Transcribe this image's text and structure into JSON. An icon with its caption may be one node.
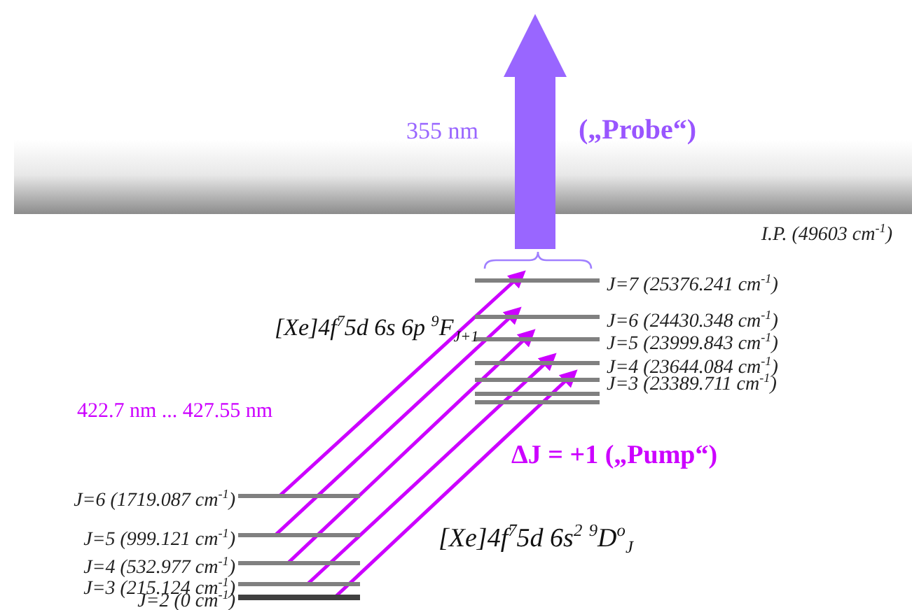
{
  "diagram": {
    "nodes": [
      {
        "text": [
          "I.P. (49603 cm$^{-1}$)"
        ]
      },
      {
        "text": [],
        "shape": "bar",
        "beside": [
          "J=7 (25376.241 cm$^{-1}$)"
        ]
      },
      {
        "text": [],
        "shape": "bar",
        "beside": [
          "J=6 (24430.348 cm$^{-1}$)"
        ]
      },
      {
        "text": [],
        "shape": "bar",
        "beside": [
          "J=5 (23999.843 cm$^{-1}$)"
        ]
      },
      {
        "text": [],
        "shape": "bar",
        "beside": [
          "J=4 (23644.084 cm$^{-1}$)"
        ]
      },
      {
        "text": [],
        "shape": "bar",
        "beside": [
          "J=3 (23389.711 cm$^{-1}$)"
        ]
      },
      {
        "text": [],
        "shape": "bar"
      },
      {
        "text": [],
        "shape": "bar"
      },
      {
        "text": [],
        "shape": "bar",
        "beside": [
          "J=6 (1719.087 cm$^{-1}$)"
        ]
      },
      {
        "text": [],
        "shape": "bar",
        "beside": [
          "J=5 (999.121 cm$^{-1}$)"
        ]
      },
      {
        "text": [],
        "shape": "bar",
        "beside": [
          "J=4 (532.977 cm$^{-1}$)"
        ]
      },
      {
        "text": [],
        "shape": "bar",
        "beside": [
          "J=3 (215.124 cm$^{-1}$)"
        ]
      },
      {
        "text": [],
        "shape": "bar",
        "beside": [
          "J=2 (0 cm$^{-1}$)"
        ]
      }
    ],
    "edges": [
      {
        "from": null,
        "to": 0,
        "arrow": "to",
        "label": "355 nm",
        "style": "thick",
        "color": "#9966ff"
      },
      {
        "from": 12,
        "to": 5,
        "arrow": "to"
      },
      {
        "from": 11,
        "to": 4,
        "arrow": "to"
      },
      {
        "from": 10,
        "to": 3,
        "arrow": "to"
      },
      {
        "from": 9,
        "to": 2,
        "arrow": "to"
      },
      {
        "from": 8,
        "to": 1,
        "arrow": "to"
      }
    ],
    "labels": [
      "(„Probe“)",
      "[Xe]4f$^{7}$5d 6s 6p $^{9}$F$_{J+1}$",
      "422.7 nm ... 427.55 nm",
      "ΔJ = +1 („Pump“)",
      "[Xe]4f$^{7}$5d 6s$^{2}$ $^{9}$D$^{o}$$_{J}$"
    ]
  }
}
